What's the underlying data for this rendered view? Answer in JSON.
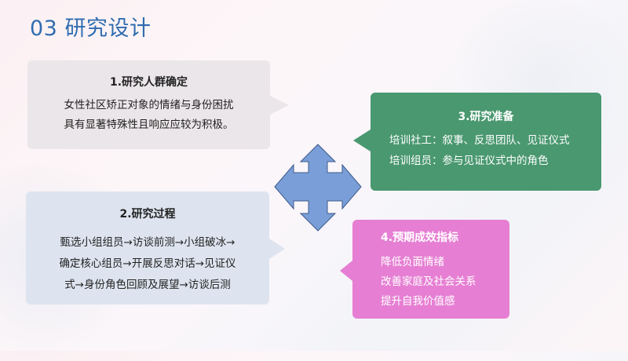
{
  "title": "03 研究设计",
  "colors": {
    "title": "#2f6cb0",
    "box1_bg": "#ebe6e9",
    "box2_bg": "#dde4ef",
    "box3_bg": "#4a9870",
    "box4_bg": "#e67fd3",
    "arrow_fill": "#7a9fd8",
    "arrow_stroke": "#3d5a8a"
  },
  "boxes": {
    "research_population": {
      "heading": "1.研究人群确定",
      "lines": [
        "女性社区矫正对象的情绪与身份困扰",
        "具有显著特殊性且响应应较为积极。"
      ]
    },
    "research_process": {
      "heading": "2.研究过程",
      "lines": [
        "甄选小组组员→访谈前测→小组破冰→",
        "确定核心组员→开展反思对话→见证仪",
        "式→身份角色回顾及展望→访谈后测"
      ]
    },
    "research_preparation": {
      "heading": "3.研究准备",
      "lines": [
        "培训社工：叙事、反思团队、见证仪式",
        "培训组员：参与见证仪式中的角色"
      ]
    },
    "expected_indicators": {
      "heading": "4.预期成效指标",
      "lines": [
        "降低负面情绪",
        "改善家庭及社会关系",
        "提升自我价值感"
      ]
    }
  },
  "center_icon": "four-way-arrow-icon"
}
